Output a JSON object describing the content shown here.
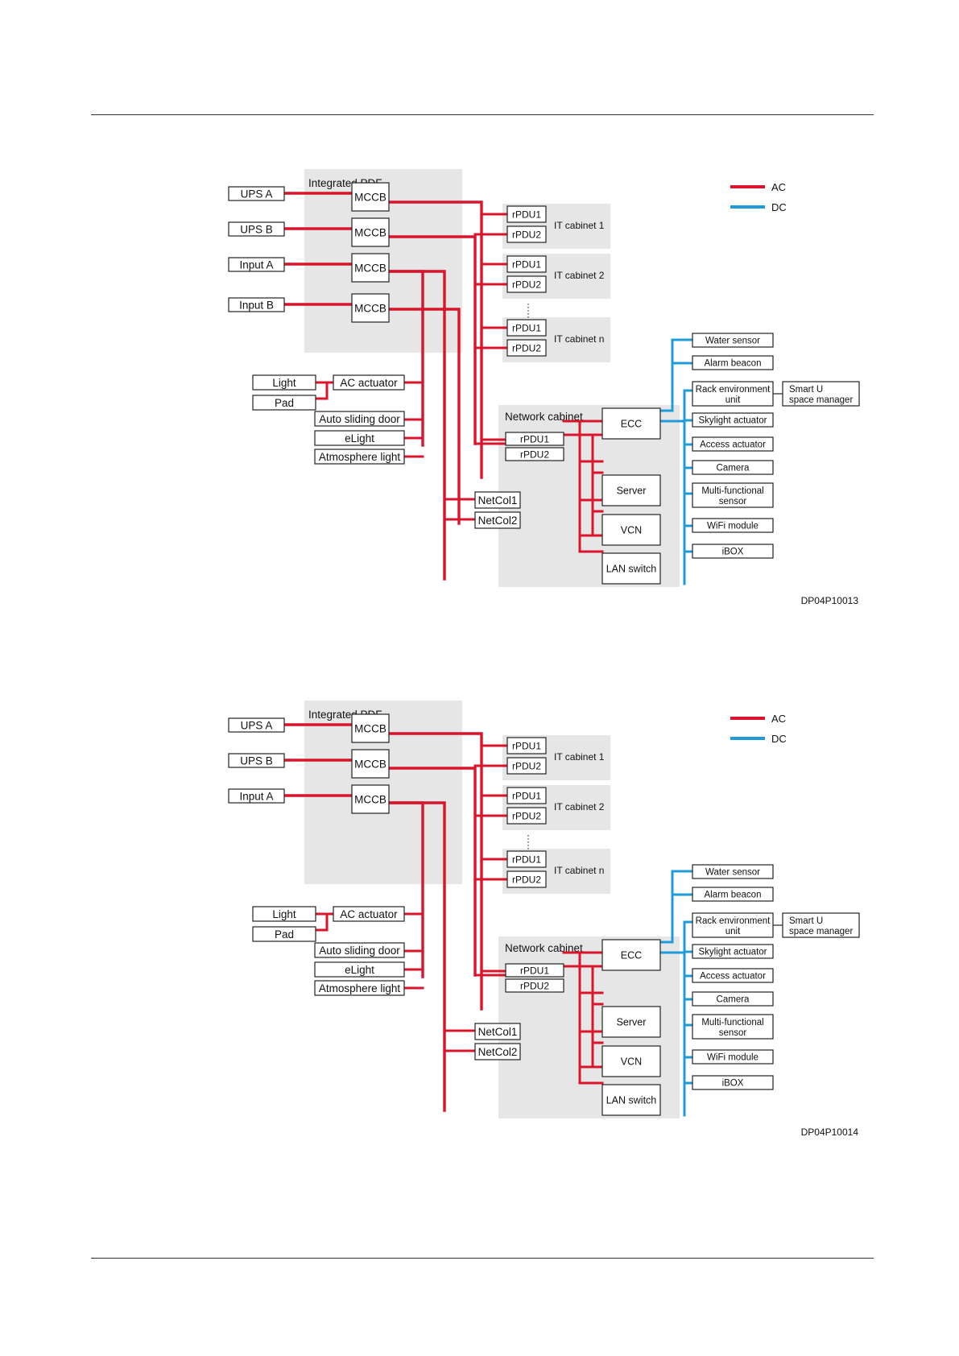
{
  "legend": {
    "ac_label": "AC",
    "dc_label": "DC",
    "ac_color": "#d9142b",
    "dc_color": "#1f9cd8"
  },
  "panel_color": "#e6e6e6",
  "figures": [
    {
      "figure_id": "DP04P10013",
      "pdf_title": "Integrated PDF",
      "sources": [
        "UPS A",
        "UPS B",
        "Input A",
        "Input B"
      ],
      "breaker_label": "MCCB",
      "it_cabinets": [
        {
          "name": "IT cabinet 1",
          "pdus": [
            "rPDU1",
            "rPDU2"
          ]
        },
        {
          "name": "IT cabinet 2",
          "pdus": [
            "rPDU1",
            "rPDU2"
          ]
        },
        {
          "name": "IT cabinet n",
          "pdus": [
            "rPDU1",
            "rPDU2"
          ]
        }
      ],
      "network_cabinet": {
        "title": "Network cabinet",
        "pdus": [
          "rPDU1",
          "rPDU2"
        ],
        "devices": [
          "ECC",
          "Server",
          "VCN",
          "LAN switch"
        ]
      },
      "loads": {
        "light": "Light",
        "pad": "Pad",
        "ac_actuator": "AC actuator",
        "auto_sliding_door": "Auto sliding door",
        "elight": "eLight",
        "atmosphere_light": "Atmosphere light"
      },
      "netcols": [
        "NetCol1",
        "NetCol2"
      ],
      "sensors": [
        "Water sensor",
        "Alarm beacon",
        "Rack environment unit",
        "Skylight actuator",
        "Access actuator",
        "Camera",
        "Multi-functional sensor",
        "WiFi module",
        "iBOX"
      ],
      "smart_manager": "Smart U space manager"
    },
    {
      "figure_id": "DP04P10014",
      "pdf_title": "Integrated PDF",
      "sources": [
        "UPS A",
        "UPS B",
        "Input A"
      ],
      "breaker_label": "MCCB",
      "it_cabinets": [
        {
          "name": "IT cabinet 1",
          "pdus": [
            "rPDU1",
            "rPDU2"
          ]
        },
        {
          "name": "IT cabinet 2",
          "pdus": [
            "rPDU1",
            "rPDU2"
          ]
        },
        {
          "name": "IT cabinet n",
          "pdus": [
            "rPDU1",
            "rPDU2"
          ]
        }
      ],
      "network_cabinet": {
        "title": "Network cabinet",
        "pdus": [
          "rPDU1",
          "rPDU2"
        ],
        "devices": [
          "ECC",
          "Server",
          "VCN",
          "LAN switch"
        ]
      },
      "loads": {
        "light": "Light",
        "pad": "Pad",
        "ac_actuator": "AC actuator",
        "auto_sliding_door": "Auto sliding door",
        "elight": "eLight",
        "atmosphere_light": "Atmosphere light"
      },
      "netcols": [
        "NetCol1",
        "NetCol2"
      ],
      "sensors": [
        "Water sensor",
        "Alarm beacon",
        "Rack environment unit",
        "Skylight actuator",
        "Access actuator",
        "Camera",
        "Multi-functional sensor",
        "WiFi module",
        "iBOX"
      ],
      "smart_manager": "Smart U space manager"
    }
  ]
}
